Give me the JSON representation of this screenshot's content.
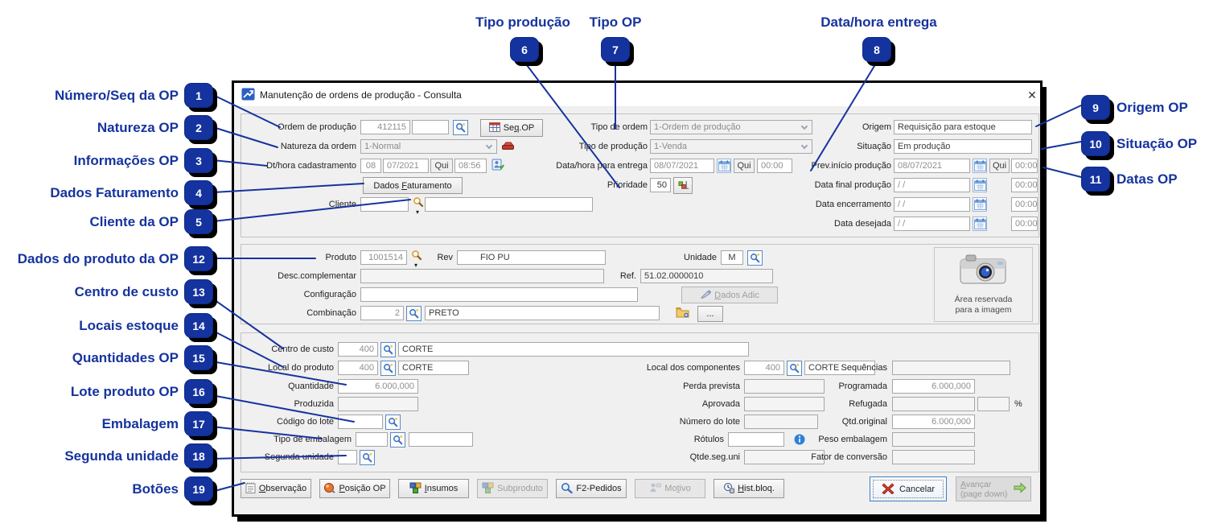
{
  "colors": {
    "annotation_blue": "#16339e",
    "badge_bg": "#14339e",
    "dialog_bg": "#f0f0f0"
  },
  "annotations": {
    "left": [
      {
        "num": "1",
        "label": "Número/Seq da OP"
      },
      {
        "num": "2",
        "label": "Natureza OP"
      },
      {
        "num": "3",
        "label": "Informações OP"
      },
      {
        "num": "4",
        "label": "Dados Faturamento"
      },
      {
        "num": "5",
        "label": "Cliente da OP"
      },
      {
        "num": "12",
        "label": "Dados do produto da OP"
      },
      {
        "num": "13",
        "label": "Centro de custo"
      },
      {
        "num": "14",
        "label": "Locais estoque"
      },
      {
        "num": "15",
        "label": "Quantidades OP"
      },
      {
        "num": "16",
        "label": "Lote produto OP"
      },
      {
        "num": "17",
        "label": "Embalagem"
      },
      {
        "num": "18",
        "label": "Segunda unidade"
      },
      {
        "num": "19",
        "label": "Botões"
      }
    ],
    "top": [
      {
        "num": "6",
        "label": "Tipo produção"
      },
      {
        "num": "7",
        "label": "Tipo OP"
      },
      {
        "num": "8",
        "label": "Data/hora entrega"
      }
    ],
    "right": [
      {
        "num": "9",
        "label": "Origem OP"
      },
      {
        "num": "10",
        "label": "Situação OP"
      },
      {
        "num": "11",
        "label": "Datas OP"
      }
    ]
  },
  "window": {
    "title": "Manutenção de ordens de produção - Consulta",
    "close": "✕"
  },
  "g1": {
    "ordem_label": "Ordem de produção",
    "ordem_value": "412115",
    "ordem_seq": "",
    "seqop_btn": "Seq.OP",
    "tipo_ordem_label": "Tipo de ordem",
    "tipo_ordem_value": "1-Ordem de produção",
    "origem_label": "Origem",
    "origem_value": "Requisição para estoque",
    "natureza_label": "Natureza da ordem",
    "natureza_value": "1-Normal",
    "tipo_producao_label": "Tipo de produção",
    "tipo_producao_value": "1-Venda",
    "situacao_label": "Situação",
    "situacao_value": "Em produção",
    "cadastro_label": "Dt/hora cadastramento",
    "cadastro_day": "08",
    "cadastro_date": "07/2021",
    "cadastro_weekday": "Qui",
    "cadastro_time": "08:56",
    "entrega_label": "Data/hora para entrega",
    "entrega_date": "08/07/2021",
    "entrega_weekday": "Qui",
    "entrega_time": "00:00",
    "prev_label": "Prev.início produção",
    "prev_date": "08/07/2021",
    "prev_weekday": "Qui",
    "prev_time": "00:00",
    "fat_btn": "Dados Faturamento",
    "prioridade_label": "Prioridade",
    "prioridade_value": "50",
    "final_label": "Data final produção",
    "final_date": "/ /",
    "final_time": "00:00",
    "cliente_label": "Cliente",
    "cliente_code": "",
    "cliente_name": "",
    "encerr_label": "Data encerramento",
    "encerr_date": "/ /",
    "encerr_time": "00:00",
    "desejada_label": "Data desejada",
    "desejada_date": "/ /",
    "desejada_time": "00:00"
  },
  "g2": {
    "produto_label": "Produto",
    "produto_value": "1001514",
    "rev_label": "Rev",
    "rev_value": "FIO PU",
    "unidade_label": "Unidade",
    "unidade_value": "M",
    "desc_label": "Desc.complementar",
    "desc_value": "",
    "ref_label": "Ref.",
    "ref_value": "51.02.0000010",
    "config_label": "Configuração",
    "config_value": "",
    "adic_btn": "Dados Adic",
    "comb_label": "Combinação",
    "comb_code": "2",
    "comb_value": "PRETO",
    "more_btn": "...",
    "img_line1": "Área reservada",
    "img_line2": "para a imagem"
  },
  "g3": {
    "centro_label": "Centro de custo",
    "centro_code": "400",
    "centro_value": "CORTE",
    "localp_label": "Local do produto",
    "localp_code": "400",
    "localp_value": "CORTE",
    "localc_label": "Local dos componentes",
    "localc_code": "400",
    "localc_value": "CORTE",
    "seq_label": "Sequências",
    "seq_value": "",
    "qtd_label": "Quantidade",
    "qtd_value": "6.000,000",
    "perda_label": "Perda prevista",
    "perda_value": "",
    "prog_label": "Programada",
    "prog_value": "6.000,000",
    "produzida_label": "Produzida",
    "produzida_value": "",
    "aprovada_label": "Aprovada",
    "aprovada_value": "",
    "refugada_label": "Refugada",
    "refugada_value": "",
    "refugada_pct_value": "",
    "pct": "%",
    "codlote_label": "Código do lote",
    "codlote_value": "",
    "numlote_label": "Número do lote",
    "numlote_value": "",
    "qtdorig_label": "Qtd.original",
    "qtdorig_value": "6.000,000",
    "emb_label": "Tipo de embalagem",
    "emb_code": "",
    "emb_value": "",
    "rotulos_label": "Rótulos",
    "rotulos_value": "",
    "peso_label": "Peso embalagem",
    "peso_value": "",
    "segunda_label": "Segunda unidade",
    "segunda_value": "",
    "qtdeseg_label": "Qtde.seg.uni",
    "qtdeseg_value": "",
    "fator_label": "Fator de conversão",
    "fator_value": ""
  },
  "footer": {
    "observacao": "Observação",
    "posicao": "Posição OP",
    "insumos": "Insumos",
    "subproduto": "Subproduto",
    "f2": "F2-Pedidos",
    "motivo": "Motivo",
    "hist": "Hist.bloq.",
    "cancelar": "Cancelar",
    "avancar1": "Avançar",
    "avancar2": "(page down)"
  }
}
